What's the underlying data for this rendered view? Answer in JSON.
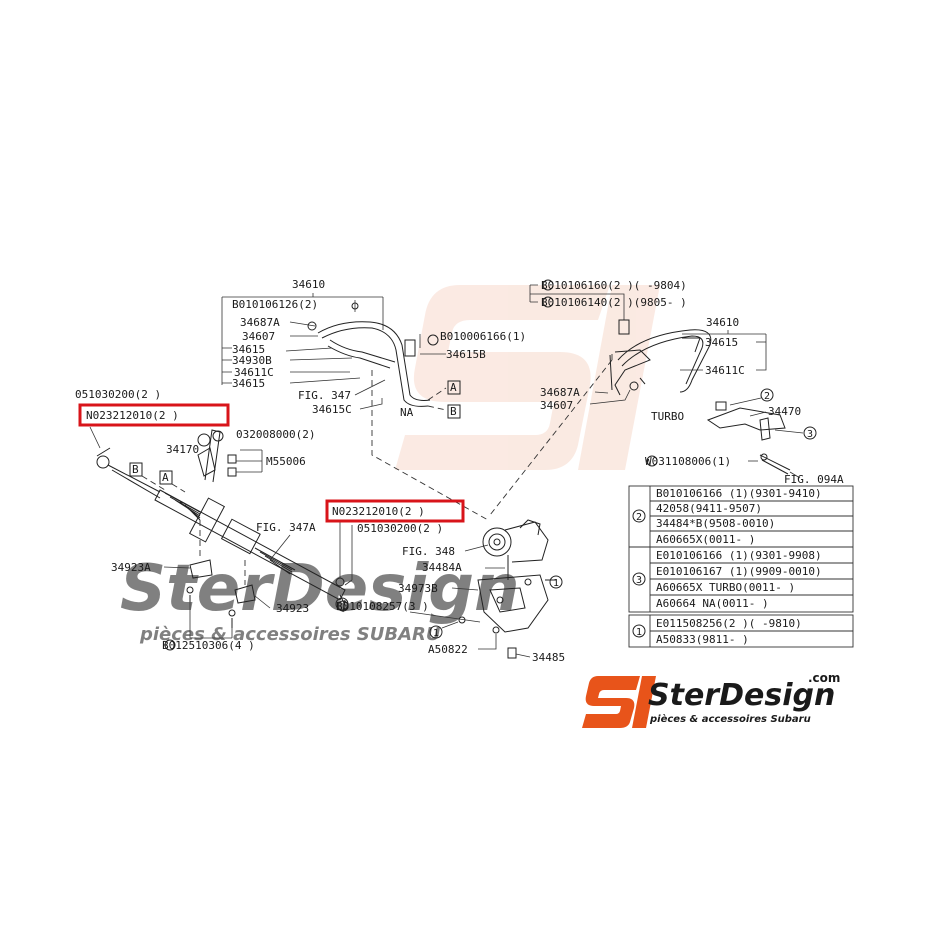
{
  "colors": {
    "highlight": "#d8141a",
    "brand_orange": "#e8541a",
    "watermark": "#f7d9cc"
  },
  "watermark": {
    "brand_name": "SterDesign",
    "tagline": "pièces & accessoires SUBARU"
  },
  "logo": {
    "brand_name": "SterDesign",
    "suffix": ".com",
    "tagline": "pièces & accessoires Subaru",
    "icon": "sd-logo-icon"
  },
  "labels": {
    "l34610_top": "34610",
    "b010106126": "B010106126(2)",
    "l34687A": "34687A",
    "l34607": "34607",
    "l34615a": "34615",
    "l34930B": "34930B",
    "l34611C": "34611C",
    "l34615b": "34615",
    "b010006166": "B010006166(1)",
    "l34615B": "34615B",
    "fig347": "FIG. 347",
    "l34615C": "34615C",
    "na": "NA",
    "boxA_top": "A",
    "boxB_top": "B",
    "l051030200_left": "051030200(2 )",
    "n023212010_left": "N023212010(2 )",
    "l032008000": "032008000(2)",
    "l34170": "34170",
    "m55006": "M55006",
    "boxB_left": "B",
    "boxA_left": "A",
    "fig347A": "FIG. 347A",
    "l34923A": "34923A",
    "l34923": "34923",
    "b012510306": "B012510306(4 )",
    "n023212010_mid": "N023212010(2 )",
    "l051030200_mid": "051030200(2 )",
    "fig348": "FIG. 348",
    "l34484A": "34484A",
    "l34973B": "34973B",
    "b010108257": "B010108257(3 )",
    "c1_mid": "1",
    "c1_low": "1",
    "a50822": "A50822",
    "l34485": "34485",
    "b010106160": "B010106160(2 )(   -9804)",
    "b010106140": "B010106140(2 )(9805-   )",
    "l34610_right": "34610",
    "l34615_right": "34615",
    "l34611C_right": "34611C",
    "l34687A_right": "34687A",
    "l34607_right": "34607",
    "turbo": "TURBO",
    "c2": "2",
    "l34470": "34470",
    "c3": "3",
    "w031108006": "W031108006(1)",
    "fig094A": "FIG. 094A"
  },
  "table": {
    "groups": [
      {
        "marker": "2",
        "rows": [
          "B010106166 (1)(9301-9410)",
          "42058(9411-9507)",
          "34484*B(9508-0010)",
          "A60665X(0011-    )"
        ]
      },
      {
        "marker": "3",
        "rows": [
          "E010106166 (1)(9301-9908)",
          "E010106167 (1)(9909-0010)",
          "A60665X TURBO(0011-    )",
          "A60664  NA(0011-    )"
        ]
      },
      {
        "marker": "1",
        "rows": [
          "E011508256(2 )(    -9810)",
          "A50833(9811-    )"
        ]
      }
    ]
  }
}
